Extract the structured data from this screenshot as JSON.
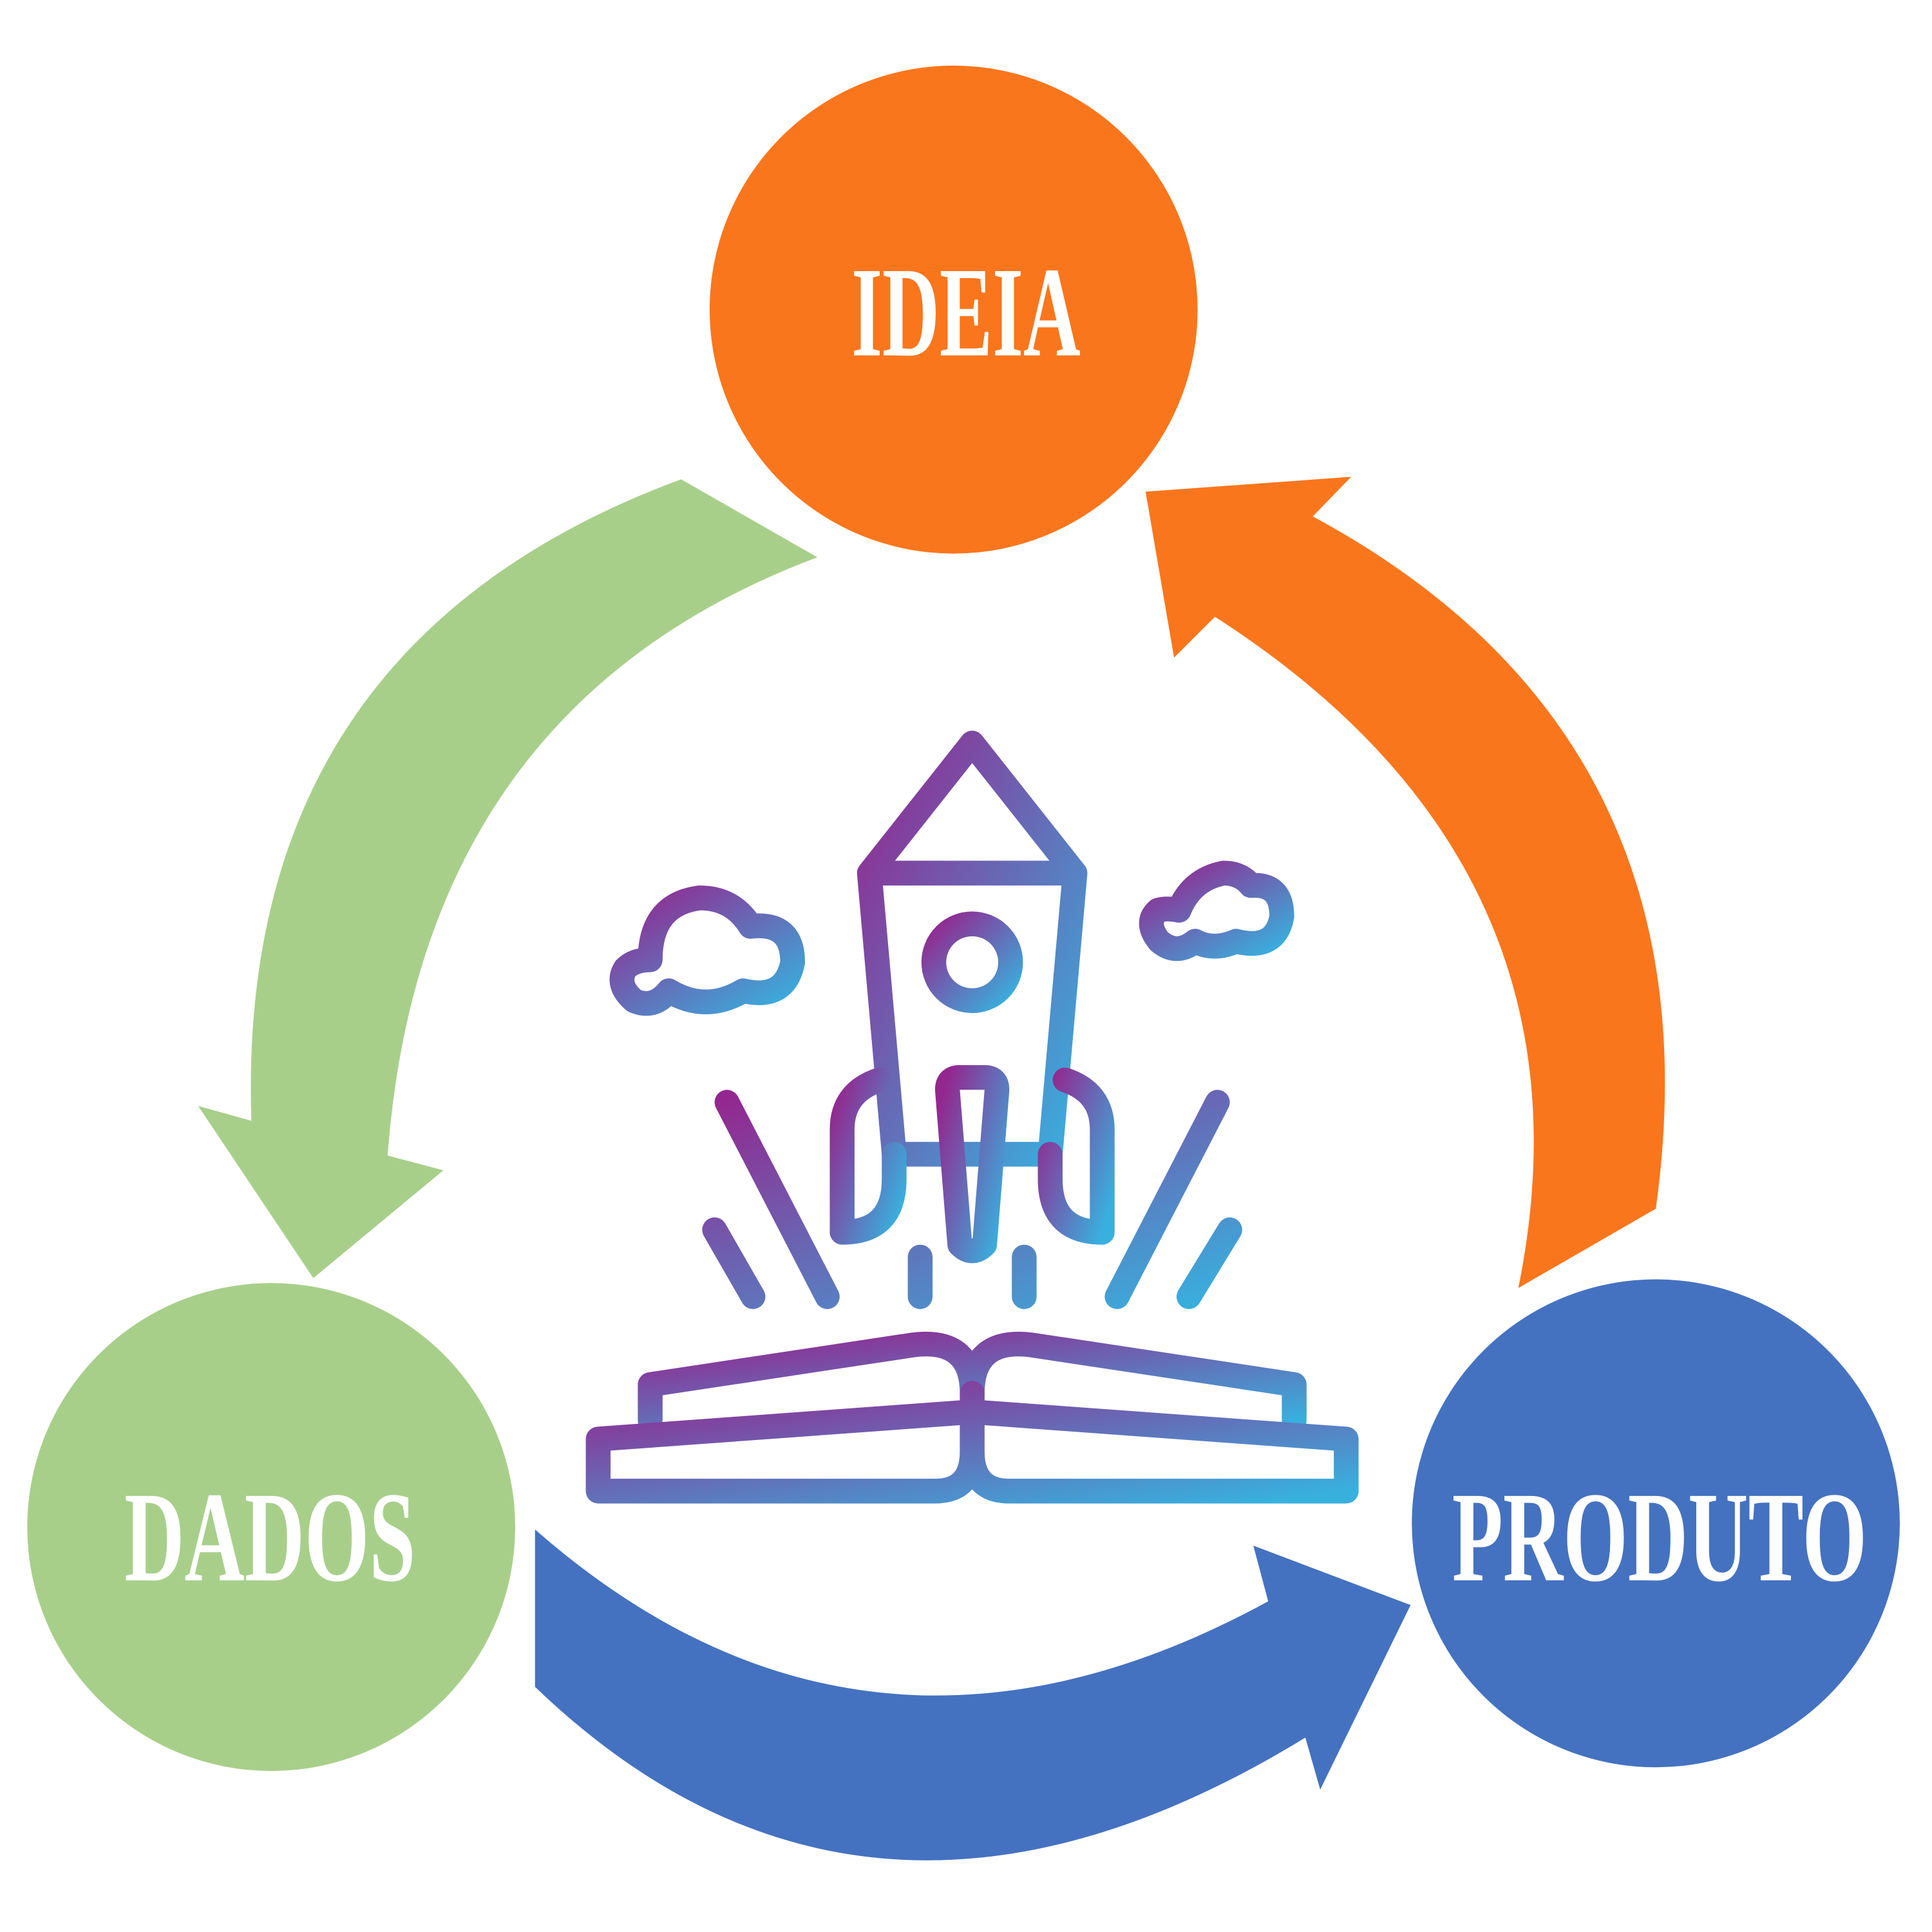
{
  "nodes": [
    {
      "id": "ideia",
      "label": "IDEIA",
      "color": "#FA761C"
    },
    {
      "id": "dados",
      "label": "DADOS",
      "color": "#A8CF8A"
    },
    {
      "id": "produto",
      "label": "PRODUTO",
      "color": "#4472C0"
    }
  ],
  "arrows": [
    {
      "from": "ideia",
      "to": "dados",
      "color": "#A8CF8A"
    },
    {
      "from": "dados",
      "to": "produto",
      "color": "#4472C0"
    },
    {
      "from": "produto",
      "to": "ideia",
      "color": "#FA761C"
    }
  ],
  "center_icon": {
    "name": "rocket-launch-from-book-icon",
    "gradient": [
      "#93278F",
      "#38B0DE"
    ]
  }
}
